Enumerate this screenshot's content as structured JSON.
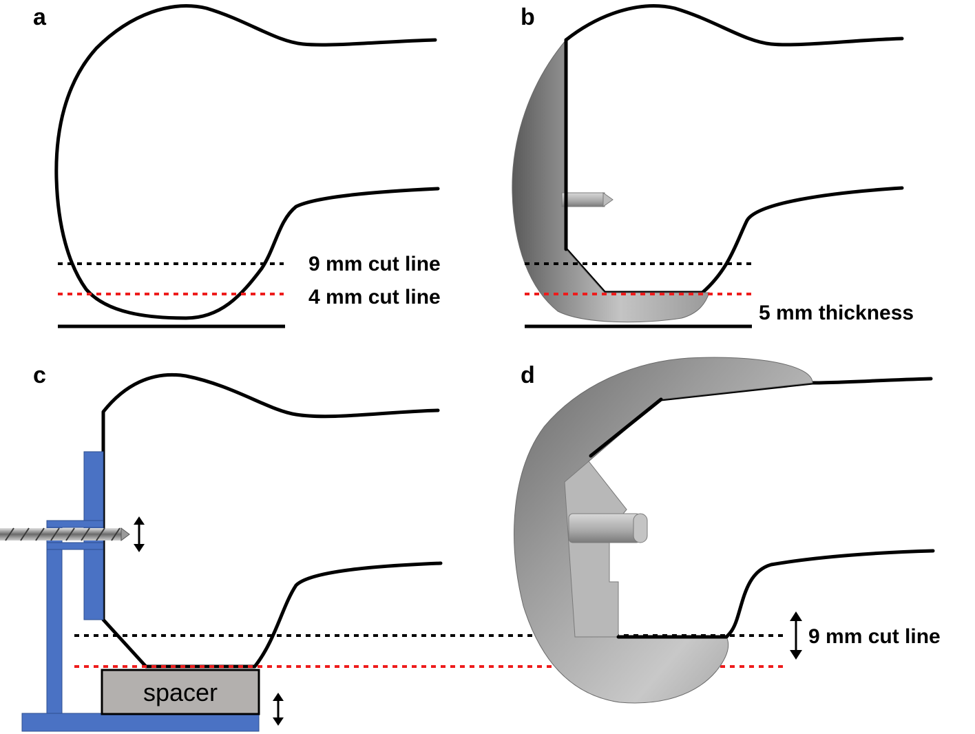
{
  "panels": {
    "a": {
      "letter": "a",
      "label_9mm": "9 mm cut line",
      "label_4mm": "4 mm cut line"
    },
    "b": {
      "letter": "b",
      "label_thickness": "5 mm thickness"
    },
    "c": {
      "letter": "c",
      "spacer_label": "spacer"
    },
    "d": {
      "letter": "d",
      "label_9mm": "9 mm cut line"
    }
  },
  "colors": {
    "bone_outline": "#000000",
    "cut_line_black": "#000000",
    "cut_line_red": "#ee1c1c",
    "jig_blue": "#4a72c4",
    "spacer_gray": "#b3b0ae",
    "implant_gray": "#9a9a9a"
  }
}
